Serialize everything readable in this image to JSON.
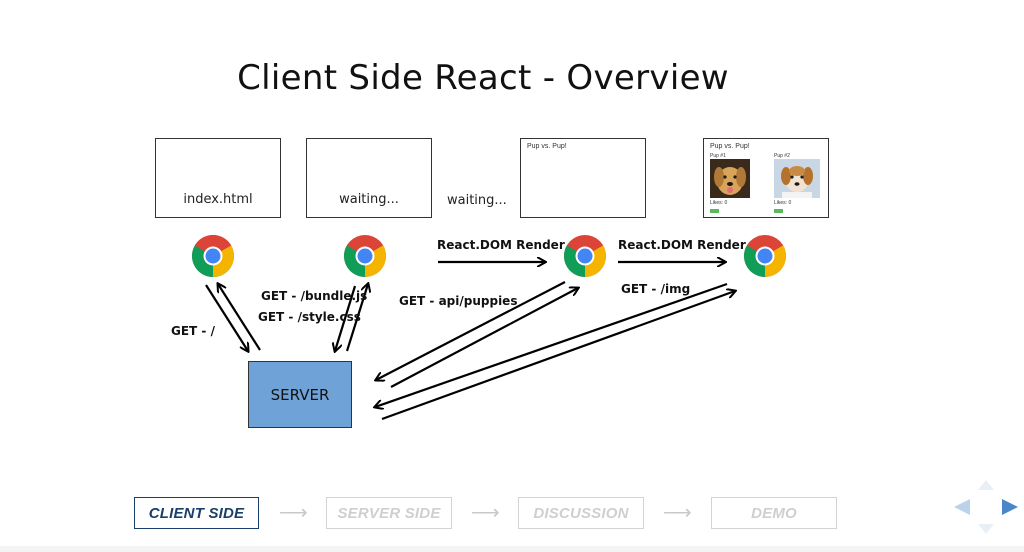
{
  "title": "Client Side React - Overview",
  "frames": {
    "f1_label": "index.html",
    "f2_label": "waiting...",
    "f3_title": "Pup vs. Pup!",
    "f4_title": "Pup vs. Pup!",
    "pup1_label": "Pup #1",
    "pup2_label": "Pup #2",
    "pup1_likes": "Likes: 0",
    "pup2_likes": "Likes: 0"
  },
  "waiting_text": "waiting...",
  "labels": {
    "get_root": "GET - /",
    "get_bundle": "GET - /bundle.js",
    "get_style": "GET - /style.css",
    "get_api": "GET - api/puppies",
    "react_render_1": "React.DOM Render",
    "react_render_2": "React.DOM Render",
    "get_img": "GET - /img"
  },
  "server_label": "SERVER",
  "nav": {
    "items": [
      "CLIENT SIDE",
      "SERVER SIDE",
      "DISCUSSION",
      "DEMO"
    ],
    "active_index": 0,
    "active_color": "#1b3f6b",
    "inactive_color": "#cfcfcf"
  },
  "colors": {
    "server_fill": "#6fa3d8",
    "nav_arrows": "#6fa3d8"
  },
  "icons": [
    "chrome-icon",
    "arrow-left-icon",
    "arrow-right-icon",
    "arrow-up-icon",
    "arrow-down-icon"
  ]
}
